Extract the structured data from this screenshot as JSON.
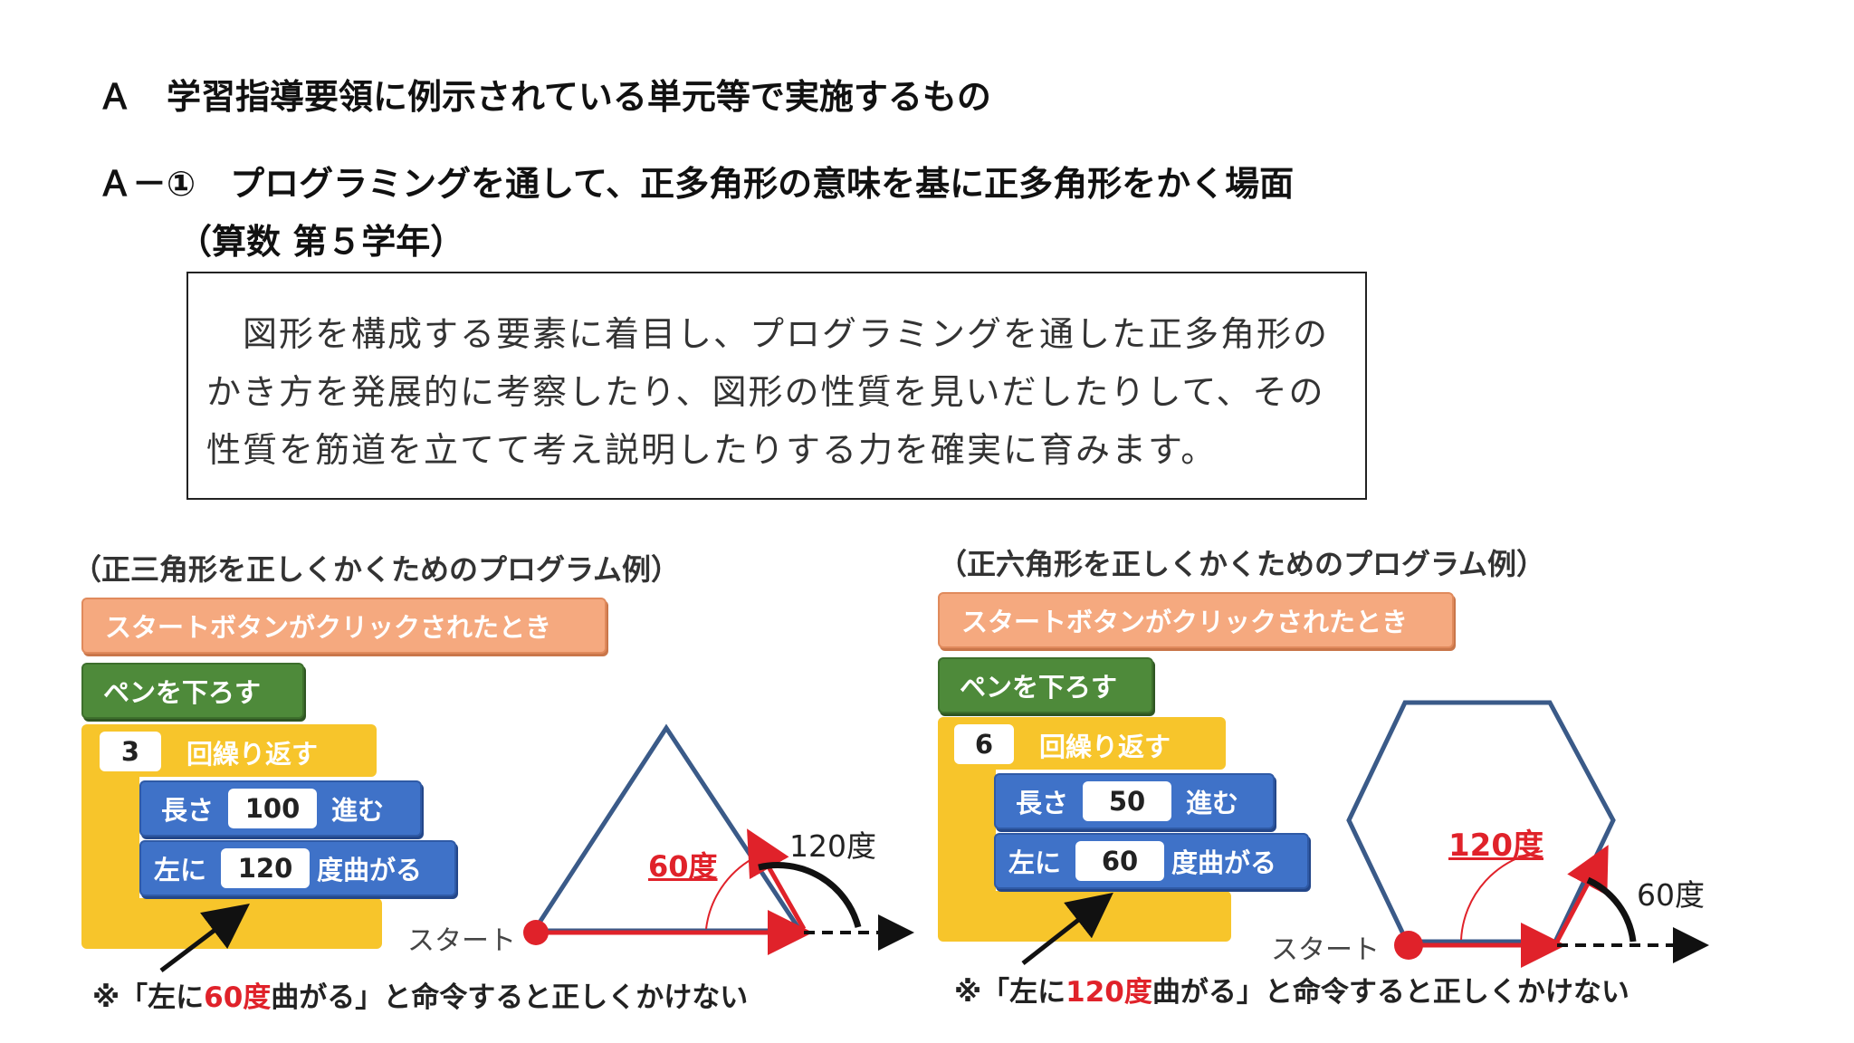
{
  "section_title": "Ａ　学習指導要領に例示されている単元等で実施するもの",
  "subsection_title": "Ａ－①　プログラミングを通して、正多角形の意味を基に正多角形をかく場面",
  "subject": "（算数 第５学年）",
  "description": [
    "　図形を構成する要素に着目し、プログラミングを通した正多角形の",
    "かき方を発展的に考察したり、図形の性質を見いだしたりして、その",
    "性質を筋道を立てて考え説明したりする力を確実に育みます。"
  ],
  "triangle_example": {
    "caption": "（正三角形を正しくかくためのプログラム例）",
    "start_block": "スタートボタンがクリックされたとき",
    "pen_block": "ペンを下ろす",
    "repeat_count": "3",
    "repeat_label": "回繰り返す",
    "move_prefix": "長さ",
    "move_value": "100",
    "move_suffix": "進む",
    "turn_prefix": "左に",
    "turn_value": "120",
    "turn_suffix": "度曲がる",
    "inner_angle": "60度",
    "outer_angle": "120度",
    "start_label": "スタート",
    "note_pre": "※「左に",
    "note_red": "60度",
    "note_post": "曲がる」と命令すると正しくかけない"
  },
  "hexagon_example": {
    "caption": "（正六角形を正しくかくためのプログラム例）",
    "start_block": "スタートボタンがクリックされたとき",
    "pen_block": "ペンを下ろす",
    "repeat_count": "6",
    "repeat_label": "回繰り返す",
    "move_prefix": "長さ",
    "move_value": "50",
    "move_suffix": "進む",
    "turn_prefix": "左に",
    "turn_value": "60",
    "turn_suffix": "度曲がる",
    "inner_angle": "120度",
    "outer_angle": "60度",
    "start_label": "スタート",
    "note_pre": "※「左に",
    "note_red": "120度",
    "note_post": "曲がる」と命令すると正しくかけない"
  },
  "colors": {
    "event_block": "#f5a97f",
    "pen_block": "#4e8a3a",
    "control_block": "#f7c52b",
    "motion_block": "#3f72c8",
    "accent_red": "#e0222a"
  }
}
